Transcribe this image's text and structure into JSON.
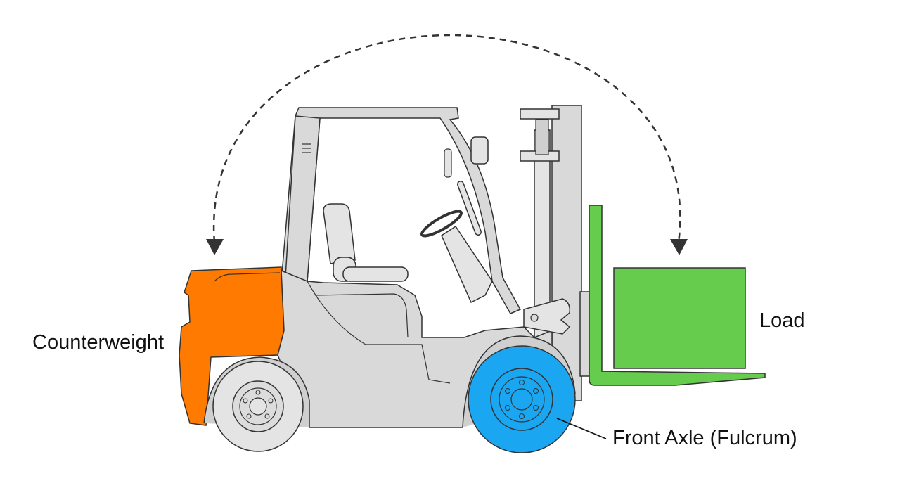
{
  "labels": {
    "counterweight": "Counterweight",
    "load": "Load",
    "front_axle": "Front Axle (Fulcrum)"
  },
  "colors": {
    "counterweight": "#ff7a00",
    "load": "#66cc4d",
    "front_wheel": "#1aa6f0",
    "body": "#d9d9d9",
    "body_light": "#e4e4e4",
    "outline": "#333333",
    "arrow": "#333333"
  },
  "icons": {
    "balance_arrow": "dashed-curved-double-arrow",
    "machine": "forklift-icon"
  }
}
